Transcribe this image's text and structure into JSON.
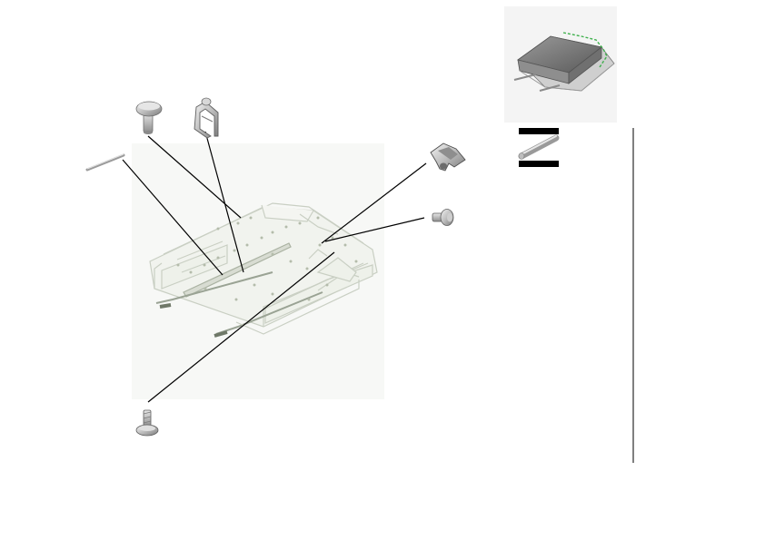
{
  "diagram": {
    "type": "exploded-parts-illustration",
    "parts": [
      {
        "name": "slide-rod"
      },
      {
        "name": "mushroom-head-pin"
      },
      {
        "name": "spring-clip"
      },
      {
        "name": "u-clip"
      },
      {
        "name": "flanged-rivet"
      },
      {
        "name": "push-pin"
      }
    ],
    "legend": {
      "inset": "assembly-overview",
      "tool": "rod-between-bars"
    }
  }
}
